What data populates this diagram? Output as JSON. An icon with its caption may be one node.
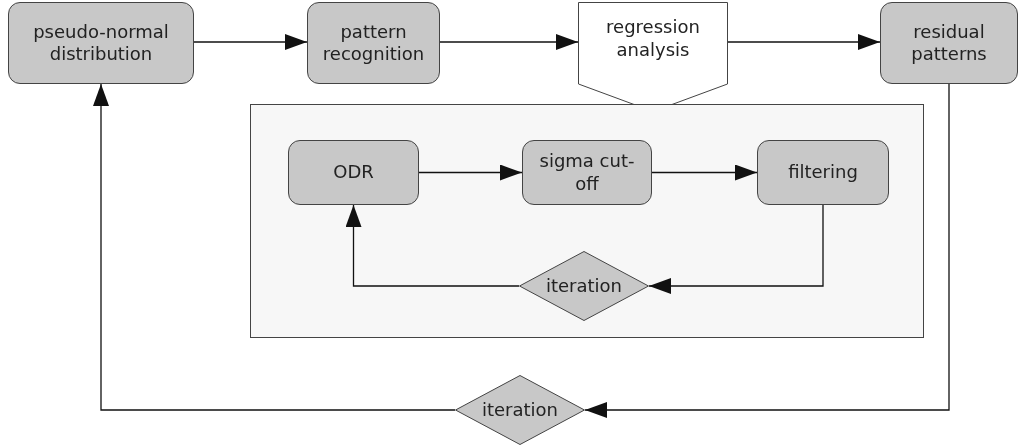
{
  "diagram": {
    "nodes": [
      {
        "text": [
          "pseudo-normal distribution"
        ]
      },
      {
        "text": [
          "pattern recognition"
        ]
      },
      {
        "text": [
          "regression analysis"
        ]
      },
      {
        "text": [
          "residual patterns"
        ]
      },
      {
        "text": [],
        "shape": "box"
      },
      {
        "text": [
          "ODR"
        ],
        "in": 4
      },
      {
        "text": [
          "sigma cut-off"
        ],
        "in": 4
      },
      {
        "text": [
          "filtering"
        ],
        "in": 4
      },
      {
        "text": [
          "iteration"
        ],
        "in": 4
      },
      {
        "text": [
          "iteration"
        ]
      }
    ],
    "edges": [
      {
        "from": 0,
        "to": 1,
        "arrow": "to"
      },
      {
        "from": 1,
        "to": 2,
        "arrow": "to"
      },
      {
        "from": 2,
        "to": 3,
        "arrow": "to"
      },
      {
        "from": 5,
        "to": 6,
        "arrow": "to"
      },
      {
        "from": 6,
        "to": 7,
        "arrow": "to"
      },
      {
        "from": 7,
        "to": 8,
        "arrow": "to"
      },
      {
        "from": 8,
        "to": 5,
        "arrow": "to"
      },
      {
        "from": 3,
        "to": 9,
        "arrow": "to"
      },
      {
        "from": 9,
        "to": 0,
        "arrow": "to"
      }
    ]
  }
}
